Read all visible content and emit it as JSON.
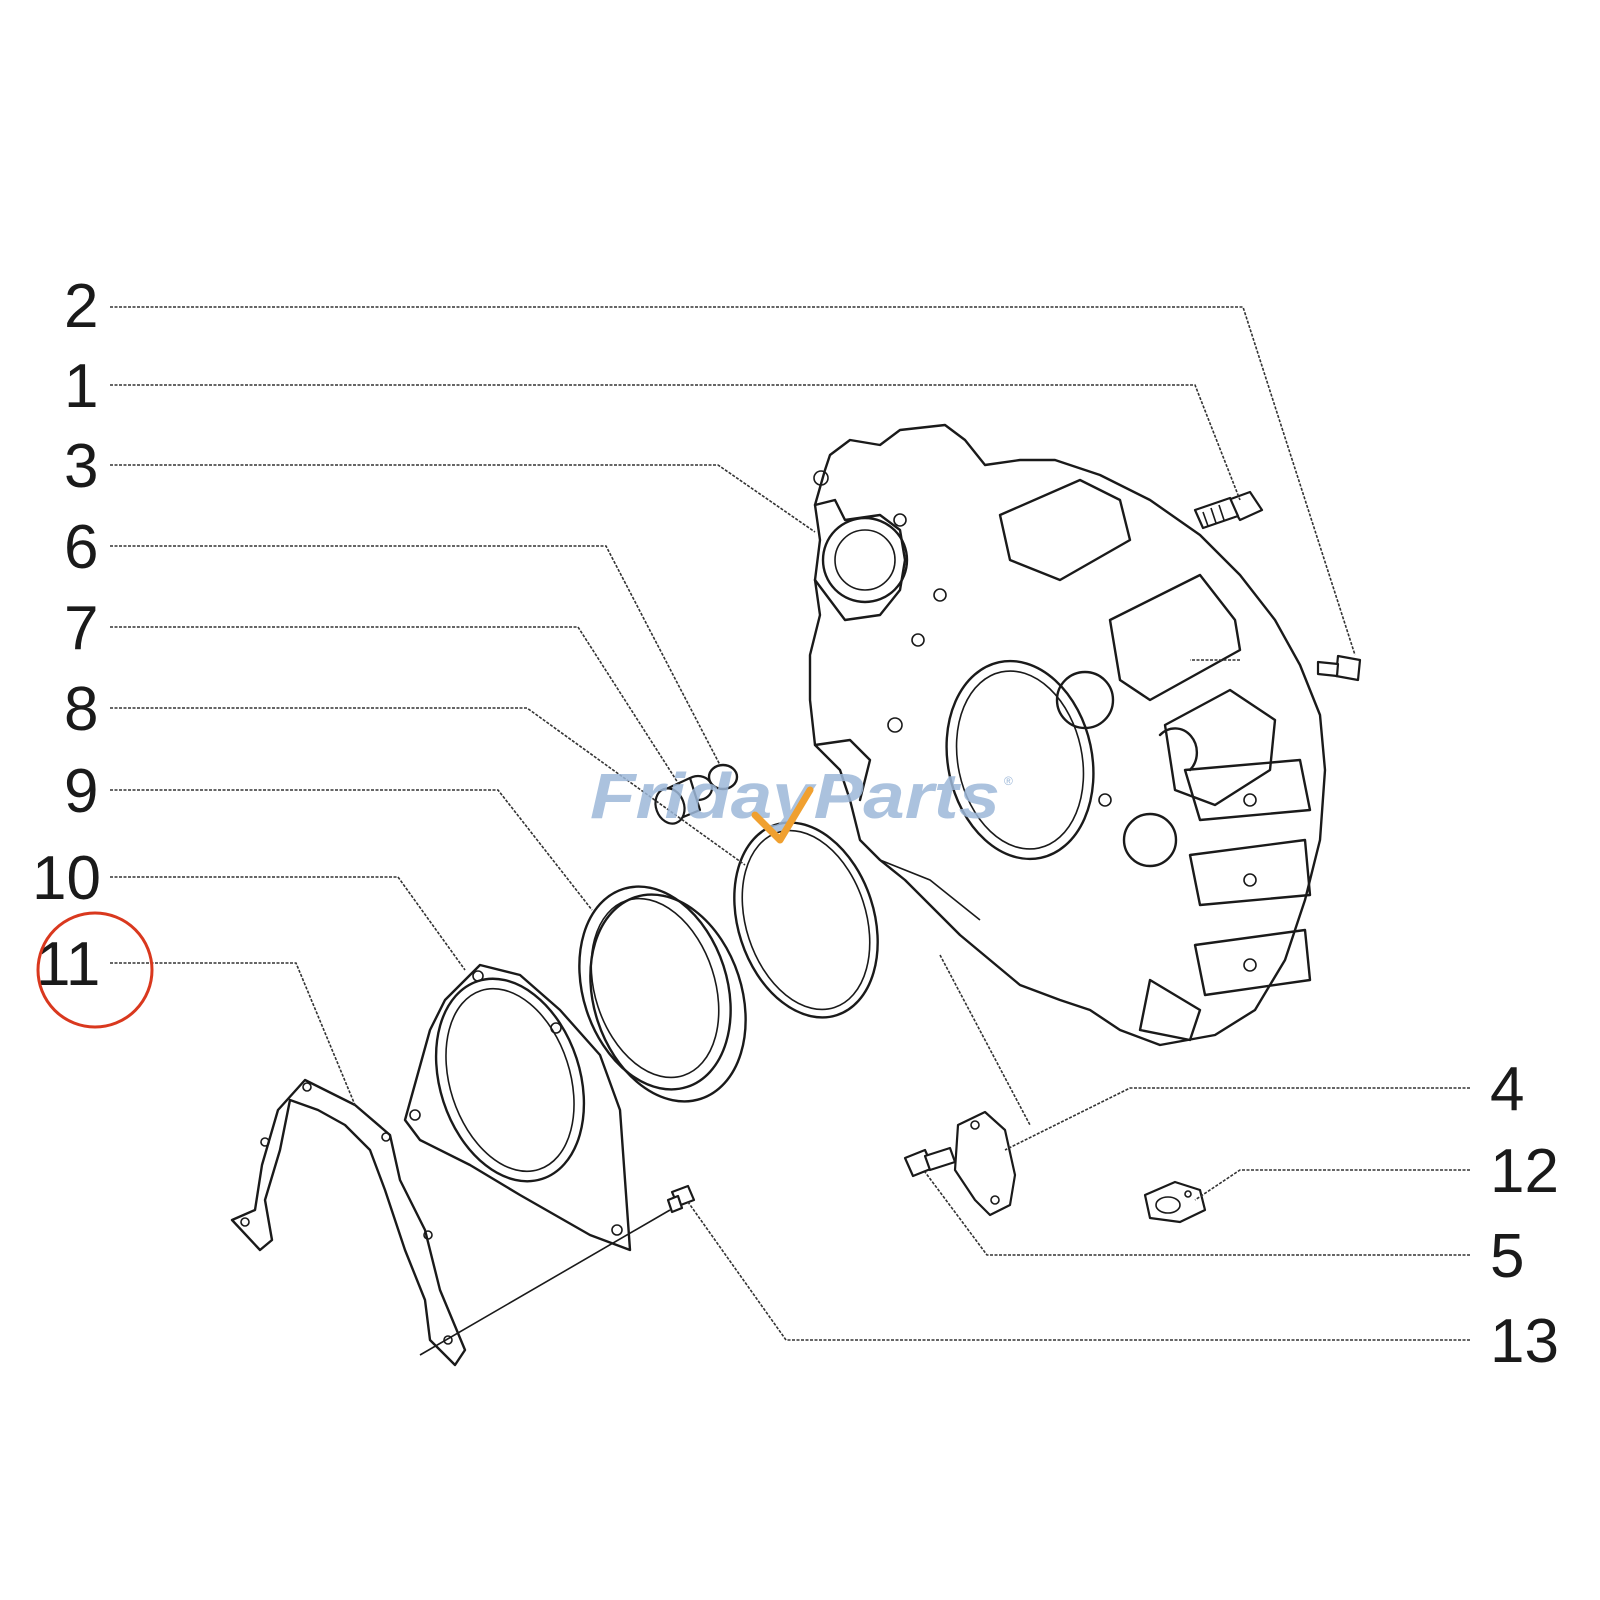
{
  "diagram": {
    "callouts": [
      {
        "id": "2",
        "label": "2"
      },
      {
        "id": "1",
        "label": "1"
      },
      {
        "id": "3",
        "label": "3"
      },
      {
        "id": "6",
        "label": "6"
      },
      {
        "id": "7",
        "label": "7"
      },
      {
        "id": "8",
        "label": "8"
      },
      {
        "id": "9",
        "label": "9"
      },
      {
        "id": "10",
        "label": "10"
      },
      {
        "id": "11",
        "label": "11"
      },
      {
        "id": "4",
        "label": "4"
      },
      {
        "id": "12",
        "label": "12"
      },
      {
        "id": "5",
        "label": "5"
      },
      {
        "id": "13",
        "label": "13"
      }
    ],
    "highlighted_callout": "11",
    "highlight_color": "#d9381e"
  },
  "watermark": {
    "text": "FridayParts",
    "registered": "®",
    "color": "#9db8d9",
    "accent_color": "#f0a030"
  }
}
